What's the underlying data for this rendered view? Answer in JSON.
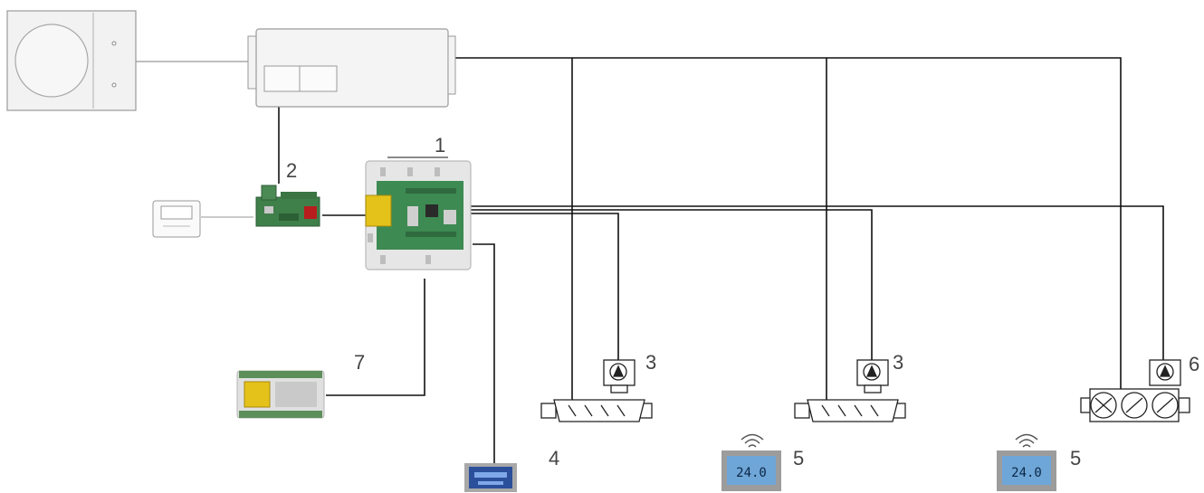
{
  "callouts": {
    "zone_controller": "1",
    "interface_board": "2",
    "motorized_damper_a": "3",
    "motorized_damper_b": "3",
    "master_thermostat": "4",
    "wireless_thermostat_a": "5",
    "wireless_thermostat_b": "5",
    "bypass_damper": "6",
    "expansion_module": "7"
  },
  "icons": {
    "outdoor_unit": "outdoor-unit-icon",
    "indoor_duct_unit": "indoor-duct-unit-icon",
    "wired_remote": "wired-remote-icon",
    "interface_board": "pcb-icon",
    "zone_controller": "control-box-icon",
    "expansion_module": "din-module-icon",
    "master_thermostat": "thermostat-icon",
    "wireless_thermostat": "wireless-thermostat-icon",
    "damper": "motorized-damper-icon",
    "bypass_damper": "bypass-damper-icon"
  },
  "thermostat_display": "24.0",
  "colors": {
    "wire": "#111111",
    "equipment_outline": "#9a9a9a",
    "pcb_green": "#3f7f4a",
    "transformer_yellow": "#e5c21a",
    "thermostat_screen": "#6fa6d8",
    "master_screen": "#2b4f9a"
  }
}
